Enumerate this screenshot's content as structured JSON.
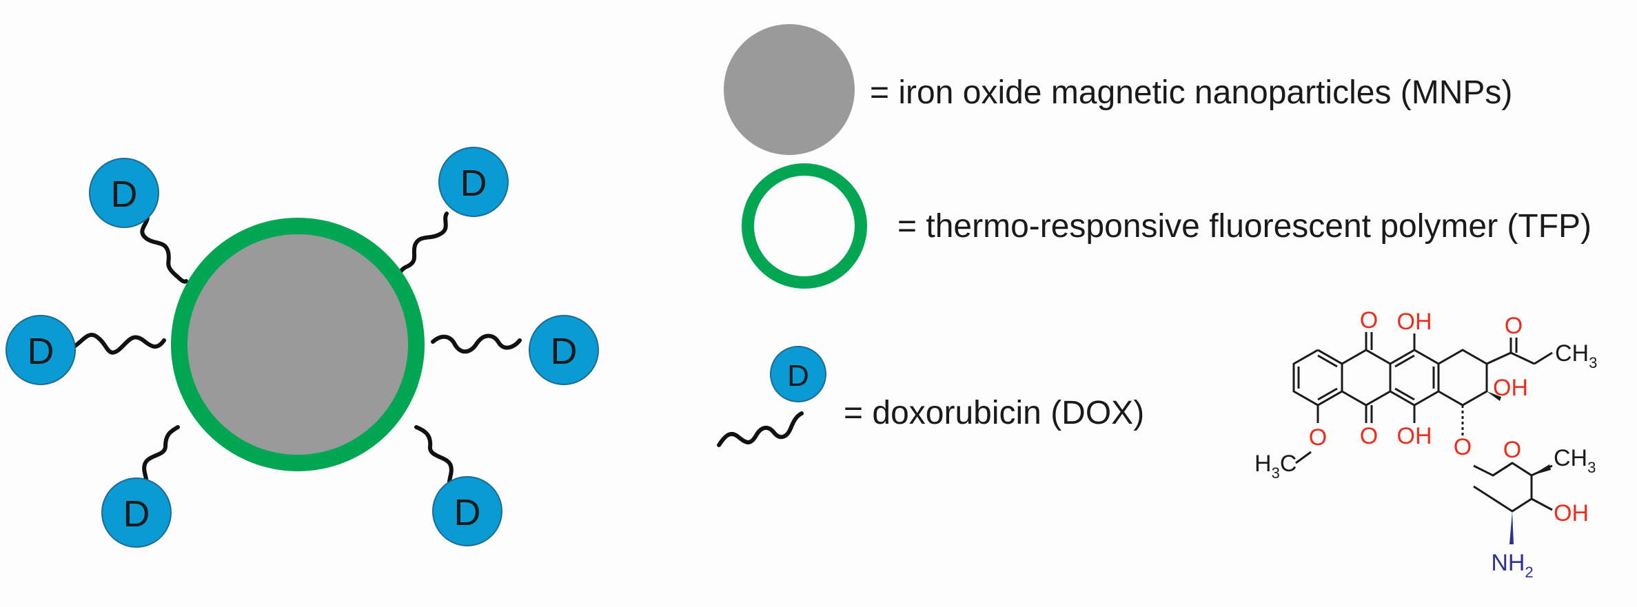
{
  "drug_label": "D",
  "legend": {
    "mnp": "= iron oxide magnetic nanoparticles (MNPs)",
    "tfp": "= thermo-responsive fluorescent polymer (TFP)",
    "dox": "= doxorubicin (DOX)"
  },
  "structure": {
    "O": "O",
    "OH": "OH",
    "CH3": "CH",
    "H3C": "H",
    "NH2": "NH",
    "sub3": "3",
    "sub2": "2",
    "C": "C"
  },
  "colors": {
    "core": "#9a9a9a",
    "shell": "#00a651",
    "drug": "#0b9bd4",
    "oxygen": "#ee2c1c",
    "nitrogen": "#2e3192",
    "bond": "#1a1a1a"
  }
}
